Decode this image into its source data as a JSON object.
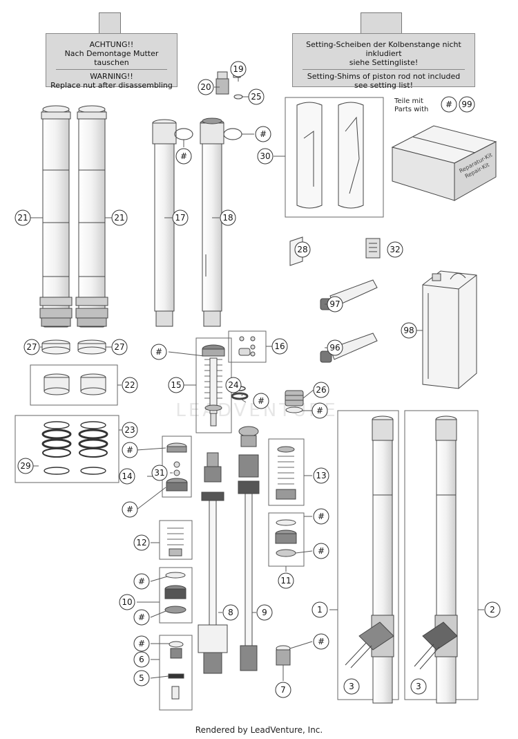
{
  "notes": {
    "left": {
      "callout": "31",
      "line1": "ACHTUNG!!",
      "line2": "Nach Demontage Mutter tauschen",
      "line3": "WARNING!!",
      "line4": "Replace nut after disassembling"
    },
    "right": {
      "callouts": [
        "8",
        "9"
      ],
      "line1": "Setting-Scheiben der Kolbenstange nicht inkludiert",
      "line2": "siehe Settingliste!",
      "line3": "Setting-Shims of piston rod not included",
      "line4": "see setting list!"
    }
  },
  "kit": {
    "line1": "Teile mit",
    "line2": "Parts with",
    "hash": "#",
    "number": "99",
    "box_label1": "Reparatur-Kit",
    "box_label2": "Repair-Kit"
  },
  "callouts": [
    "21",
    "21",
    "17",
    "18",
    "20",
    "19",
    "25",
    "#",
    "#",
    "30",
    "28",
    "32",
    "97",
    "96",
    "98",
    "27",
    "27",
    "16",
    "15",
    "#",
    "22",
    "24",
    "#",
    "26",
    "#",
    "23",
    "29",
    "#",
    "14",
    "31",
    "#",
    "13",
    "#",
    "#",
    "11",
    "12",
    "#",
    "10",
    "#",
    "8",
    "9",
    "1",
    "2",
    "#",
    "6",
    "5",
    "#",
    "7",
    "3",
    "3"
  ],
  "watermark": "LEADVENTURE",
  "footer": "Rendered by LeadVenture, Inc."
}
